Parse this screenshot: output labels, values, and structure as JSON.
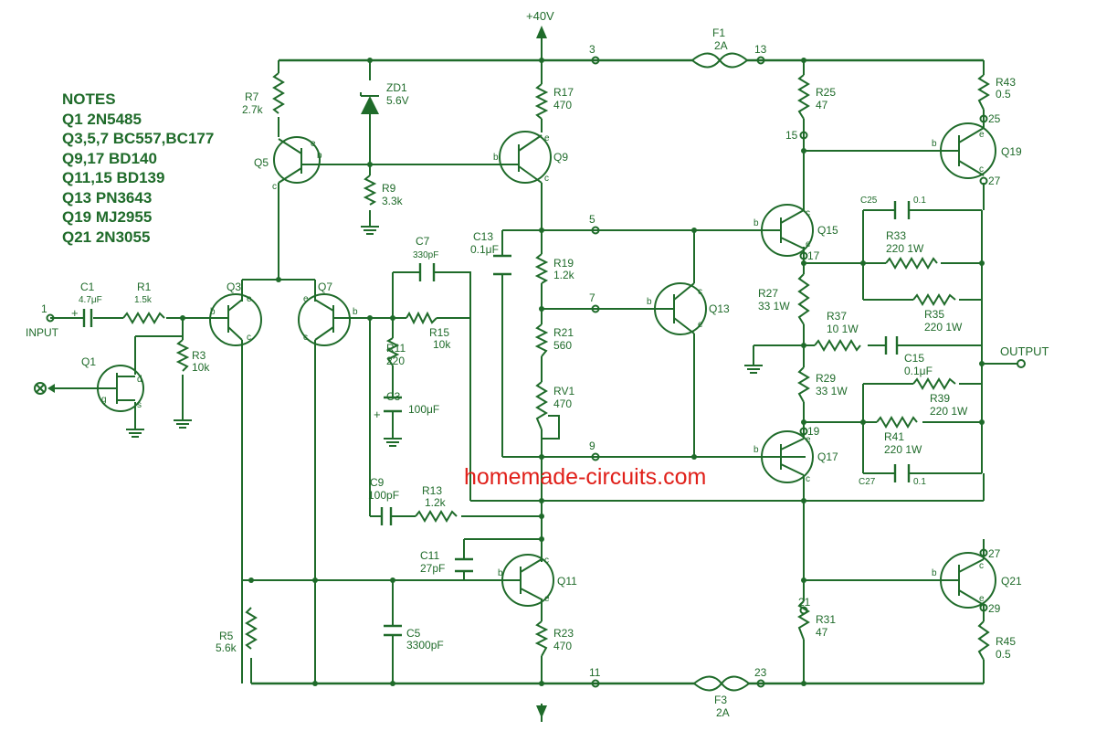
{
  "notes": {
    "title": "NOTES",
    "lines": [
      "Q1 2N5485",
      "Q3,5,7 BC557,BC177",
      "Q9,17 BD140",
      "Q11,15 BD139",
      "Q13 PN3643",
      "Q19 MJ2955",
      "Q21 2N3055"
    ]
  },
  "watermark": "homemade-circuits.com",
  "supply": "+40V",
  "input": {
    "number": "1",
    "label": "INPUT"
  },
  "output": {
    "label": "OUTPUT"
  },
  "fuses": {
    "f1": {
      "name": "F1",
      "rating": "2A"
    },
    "f3": {
      "name": "F3",
      "rating": "2A"
    }
  },
  "nodes": {
    "n3": "3",
    "n13": "13",
    "n5": "5",
    "n7": "7",
    "n9": "9",
    "n11": "11",
    "n23": "23",
    "n15": "15",
    "n17": "17",
    "n19": "19",
    "n21": "21",
    "n25": "25",
    "n27a": "27",
    "n27b": "27",
    "n29": "29"
  },
  "transistors": {
    "q1": "Q1",
    "q3": "Q3",
    "q5": "Q5",
    "q7": "Q7",
    "q9": "Q9",
    "q11": "Q11",
    "q13": "Q13",
    "q15": "Q15",
    "q17": "Q17",
    "q19": "Q19",
    "q21": "Q21"
  },
  "pins": {
    "b": "b",
    "c": "c",
    "e": "e",
    "g": "g",
    "d": "d",
    "s": "s"
  },
  "components": {
    "c1": {
      "name": "C1",
      "value": "4.7μF"
    },
    "r1": {
      "name": "R1",
      "value": "1.5k"
    },
    "r3": {
      "name": "R3",
      "value": "10k"
    },
    "r5": {
      "name": "R5",
      "value": "5.6k"
    },
    "c5": {
      "name": "C5",
      "value": "3300pF"
    },
    "r7": {
      "name": "R7",
      "value": "2.7k"
    },
    "zd1": {
      "name": "ZD1",
      "value": "5.6V"
    },
    "r9": {
      "name": "R9",
      "value": "3.3k"
    },
    "r17": {
      "name": "R17",
      "value": "470"
    },
    "c7": {
      "name": "C7",
      "value": "330pF"
    },
    "r15": {
      "name": "R15",
      "value": "10k"
    },
    "r11": {
      "name": "R11",
      "value": "220"
    },
    "c3": {
      "name": "C3",
      "value": "100μF"
    },
    "c9": {
      "name": "C9",
      "value": "100pF"
    },
    "r13": {
      "name": "R13",
      "value": "1.2k"
    },
    "c11": {
      "name": "C11",
      "value": "27pF"
    },
    "r23": {
      "name": "R23",
      "value": "470"
    },
    "c13": {
      "name": "C13",
      "value": "0.1μF"
    },
    "r19": {
      "name": "R19",
      "value": "1.2k"
    },
    "r21": {
      "name": "R21",
      "value": "560"
    },
    "rv1": {
      "name": "RV1",
      "value": "470"
    },
    "r25": {
      "name": "R25",
      "value": "47"
    },
    "r43": {
      "name": "R43",
      "value": "0.5"
    },
    "c25": {
      "name": "C25",
      "value": "0.1"
    },
    "r33": {
      "name": "R33",
      "value": "220 1W"
    },
    "r35": {
      "name": "R35",
      "value": "220 1W"
    },
    "r27": {
      "name": "R27",
      "value": "33 1W"
    },
    "r37": {
      "name": "R37",
      "value": "10 1W"
    },
    "c15": {
      "name": "C15",
      "value": "0.1μF"
    },
    "r29": {
      "name": "R29",
      "value": "33 1W"
    },
    "r39": {
      "name": "R39",
      "value": "220 1W"
    },
    "r41": {
      "name": "R41",
      "value": "220 1W"
    },
    "c27": {
      "name": "C27",
      "value": "0.1"
    },
    "r31": {
      "name": "R31",
      "value": "47"
    },
    "r45": {
      "name": "R45",
      "value": "0.5"
    }
  },
  "colors": {
    "ink": "#1f6b2a",
    "watermark": "#e0201a",
    "background": "#ffffff"
  }
}
